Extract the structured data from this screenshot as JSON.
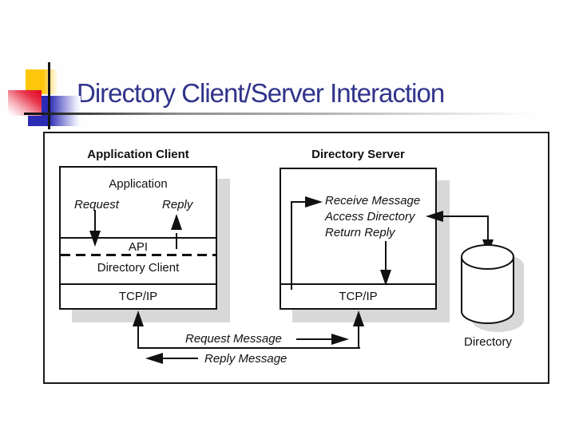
{
  "slide": {
    "title": "Directory Client/Server Interaction"
  },
  "diagram": {
    "client": {
      "heading": "Application Client",
      "application_label": "Application",
      "request_label": "Request",
      "reply_label": "Reply",
      "api_label": "API",
      "directory_client_label": "Directory Client",
      "tcpip_label": "TCP/IP"
    },
    "server": {
      "heading": "Directory Server",
      "steps": [
        "Receive Message",
        "Access Directory",
        "Return Reply"
      ],
      "tcpip_label": "TCP/IP"
    },
    "database": {
      "label": "Directory"
    },
    "messages": {
      "request": "Request Message",
      "reply": "Reply Message"
    },
    "colors": {
      "title_text": "#31348b",
      "ink": "#111111",
      "shadow": "#d8d8d8",
      "accent_yellow": "#ffc60b",
      "accent_red": "#e30021",
      "accent_blue": "#2b2bb4"
    }
  }
}
